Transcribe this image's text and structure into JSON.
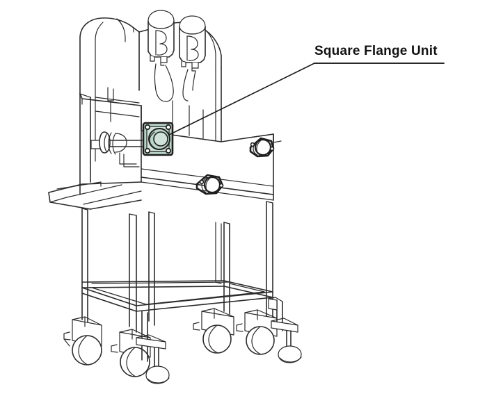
{
  "illustration": {
    "title_text": "Square Flange Unit",
    "type": "line-art technical illustration",
    "subject": "food processing machine on wheeled stand with flange bearing units",
    "callout": {
      "label": "Square Flange Unit",
      "underline": true,
      "leader_from": [
        452,
        92
      ],
      "leader_to": [
        243,
        194
      ],
      "points_to": "highlighted-square-flange-unit"
    },
    "highlight": {
      "part_name": "square-flange-unit",
      "fill_color": "#b9d6c9",
      "edge_color": "#1e1e1e",
      "bolt_hole_count": 4,
      "shape": "square plate with central circular bearing housing"
    },
    "colors": {
      "background": "#ffffff",
      "line": "#2b2b2b",
      "line_heavy": "#1e1e1e",
      "highlight_fill": "#b9d6c9",
      "highlight_fill_light": "#cfe3da",
      "text": "#111111"
    },
    "parts": [
      {
        "name": "machine-hood",
        "label": "Rounded machine hood / cover"
      },
      {
        "name": "motor-unit-left",
        "label": "Gear motor unit (left)"
      },
      {
        "name": "motor-unit-right",
        "label": "Gear motor unit (right)"
      },
      {
        "name": "cable-loop-left",
        "label": "Cable loop (left motor)"
      },
      {
        "name": "cable-loop-right",
        "label": "Cable loop (right motor)"
      },
      {
        "name": "square-flange-unit",
        "label": "Square Flange Unit (highlighted)"
      },
      {
        "name": "drive-shaft",
        "label": "Drive shaft with coupling"
      },
      {
        "name": "diamond-flange-unit-right",
        "label": "Diamond flange bearing (right face)"
      },
      {
        "name": "diamond-flange-unit-front",
        "label": "Diamond flange bearing (front face)"
      },
      {
        "name": "machine-body",
        "label": "Main machine body / housing"
      },
      {
        "name": "discharge-tray",
        "label": "Discharge tray / chute"
      },
      {
        "name": "stand-frame",
        "label": "Tubular stand frame"
      },
      {
        "name": "lower-shelf",
        "label": "Lower shelf rails"
      },
      {
        "name": "caster-front-left",
        "label": "Swivel caster (front left)"
      },
      {
        "name": "caster-front-right",
        "label": "Swivel caster (front right)"
      },
      {
        "name": "caster-rear-left",
        "label": "Swivel caster (rear left)"
      },
      {
        "name": "caster-rear-right",
        "label": "Swivel caster (rear right)"
      },
      {
        "name": "leveling-foot-left",
        "label": "Adjustable leveling foot (left)"
      },
      {
        "name": "leveling-foot-right",
        "label": "Adjustable leveling foot (right)"
      }
    ]
  }
}
